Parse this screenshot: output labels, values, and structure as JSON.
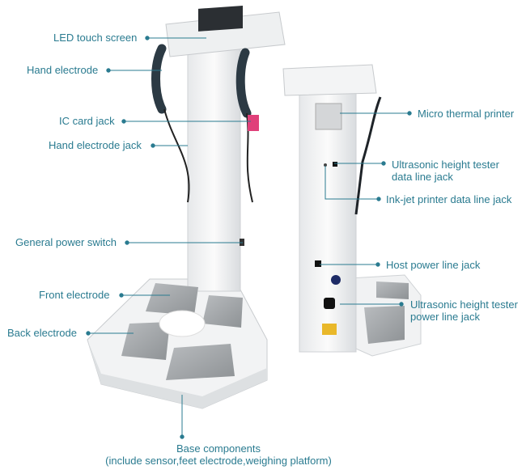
{
  "title": "Body composition analyzer components",
  "accent_color": "#2a7b90",
  "labels": {
    "led_touch_screen": "LED touch screen",
    "hand_electrode": "Hand electrode",
    "ic_card_jack": "IC card jack",
    "hand_electrode_jack": "Hand electrode jack",
    "general_power_switch": "General power switch",
    "front_electrode": "Front electrode",
    "back_electrode": "Back electrode",
    "base_components_line1": "Base components",
    "base_components_line2": "(include sensor,feet electrode,weighing platform)",
    "micro_thermal_printer": "Micro thermal printer",
    "ultrasonic_data_line1": "Ultrasonic height tester",
    "ultrasonic_data_line2": "data line jack",
    "inkjet_printer_jack": "Ink-jet printer data line jack",
    "host_power_line_jack": "Host power line jack",
    "ultrasonic_power_line1": "Ultrasonic height tester",
    "ultrasonic_power_line2": "power line jack"
  }
}
